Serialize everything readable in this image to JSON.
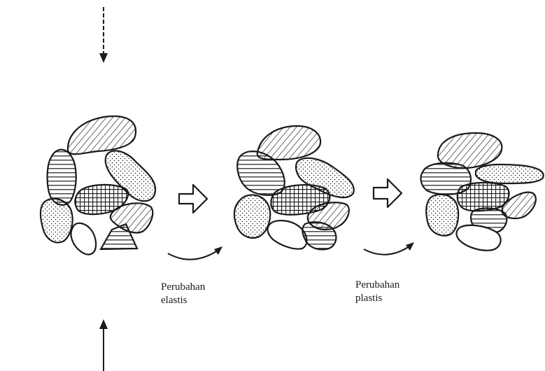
{
  "labels": {
    "elastic": {
      "line1": "Perubahan",
      "line2": "elastis"
    },
    "plastic": {
      "line1": "Perubahan",
      "line2": "plastis"
    }
  },
  "colors": {
    "ink": "#1a1a1a",
    "background": "#ffffff"
  },
  "icons": {
    "top_arrow": "arrow-down-icon",
    "bottom_arrow": "arrow-up-icon",
    "transition_arrow": "hollow-arrow-right-icon",
    "rotation_arrow": "curved-arrow-right-icon"
  }
}
